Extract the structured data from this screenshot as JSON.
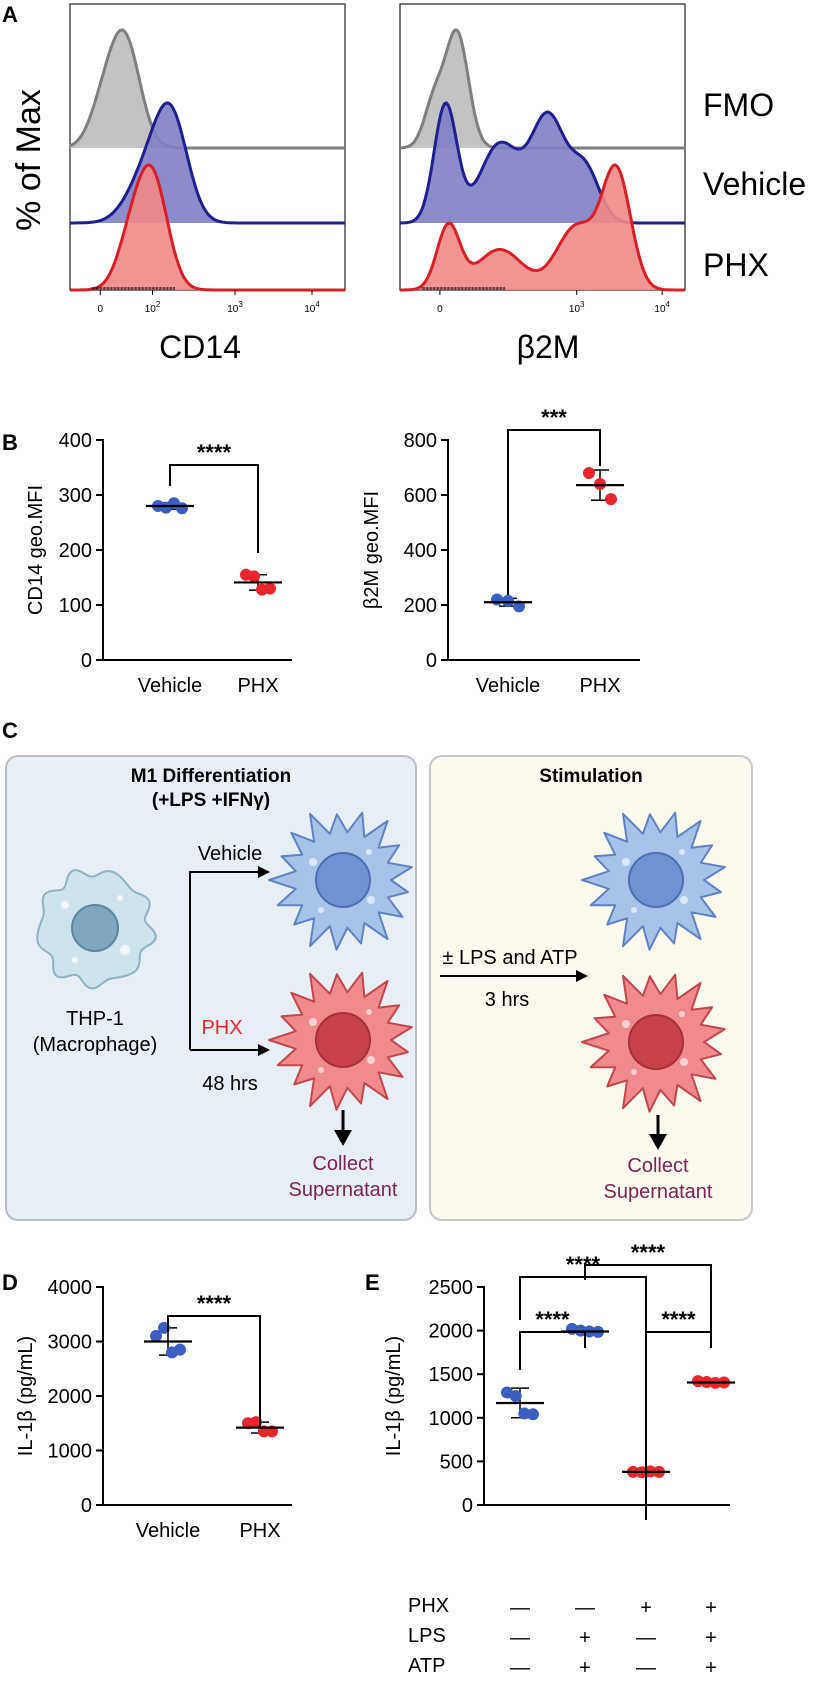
{
  "panel_labels": {
    "a": "A",
    "b": "B",
    "c": "C",
    "d": "D",
    "e": "E"
  },
  "panel_a": {
    "ylabel": "% of Max",
    "legend": [
      "FMO",
      "Vehicle",
      "PHX"
    ]
  },
  "panel_c": {
    "left_box_title": "M1 Differentiation",
    "left_box_subtitle": "(+LPS +IFNγ)",
    "right_box_title": "Stimulation",
    "cell_label_1": "THP-1",
    "cell_label_2": "(Macrophage)",
    "vehicle_label": "Vehicle",
    "phx_label": "PHX",
    "time_48": "48 hrs",
    "stim_label": "± LPS and ATP",
    "time_3": "3 hrs",
    "collect_1": "Collect",
    "collect_2": "Supernatant",
    "colors": {
      "left_bg": "#e8eef5",
      "right_bg": "#fcf9ef",
      "collect": "#7a2455",
      "phx": "#e8262b"
    }
  },
  "chart_data": [
    {
      "id": "A1",
      "type": "histogram",
      "xlabel": "CD14",
      "xticks": [
        "0",
        "10^2",
        "10^3",
        "10^4"
      ],
      "series": [
        {
          "name": "FMO",
          "color": "#7f7f7f",
          "fill": "#bdbdbd"
        },
        {
          "name": "Vehicle",
          "color": "#1f1f8f",
          "fill": "#8080c8"
        },
        {
          "name": "PHX",
          "color": "#d81f26",
          "fill": "#f08888"
        }
      ]
    },
    {
      "id": "A2",
      "type": "histogram",
      "xlabel": "β2M",
      "xticks": [
        "0",
        "10^3",
        "10^4"
      ],
      "series": [
        {
          "name": "FMO",
          "color": "#7f7f7f",
          "fill": "#bdbdbd"
        },
        {
          "name": "Vehicle",
          "color": "#1f1f8f",
          "fill": "#8080c8"
        },
        {
          "name": "PHX",
          "color": "#d81f26",
          "fill": "#f08888"
        }
      ]
    },
    {
      "id": "B1",
      "type": "scatter",
      "ylabel": "CD14 geo.MFI",
      "ylim": [
        0,
        400
      ],
      "yticks": [
        0,
        100,
        200,
        300,
        400
      ],
      "categories": [
        "Vehicle",
        "PHX"
      ],
      "series": [
        {
          "category": "Vehicle",
          "color": "#3a5fc0",
          "points": [
            280,
            277,
            285,
            276
          ],
          "mean": 280,
          "sd": 6
        },
        {
          "category": "PHX",
          "color": "#e8262b",
          "points": [
            155,
            152,
            128,
            130
          ],
          "mean": 141,
          "sd": 14
        }
      ],
      "significance": [
        {
          "from": 0,
          "to": 1,
          "label": "****"
        }
      ]
    },
    {
      "id": "B2",
      "type": "scatter",
      "ylabel": "β2M geo.MFI",
      "ylim": [
        0,
        800
      ],
      "yticks": [
        0,
        200,
        400,
        600,
        800
      ],
      "categories": [
        "Vehicle",
        "PHX"
      ],
      "series": [
        {
          "category": "Vehicle",
          "color": "#3a5fc0",
          "points": [
            220,
            215,
            195
          ],
          "mean": 210,
          "sd": 14
        },
        {
          "category": "PHX",
          "color": "#e8262b",
          "points": [
            680,
            640,
            585
          ],
          "mean": 636,
          "sd": 55
        }
      ],
      "significance": [
        {
          "from": 0,
          "to": 1,
          "label": "***"
        }
      ]
    },
    {
      "id": "D",
      "type": "scatter",
      "ylabel": "IL-1β (pg/mL)",
      "ylim": [
        0,
        4000
      ],
      "yticks": [
        0,
        1000,
        2000,
        3000,
        4000
      ],
      "categories": [
        "Vehicle",
        "PHX"
      ],
      "series": [
        {
          "category": "Vehicle",
          "color": "#3a5fc0",
          "points": [
            3100,
            3250,
            2800,
            2850
          ],
          "mean": 3000,
          "sd": 250
        },
        {
          "category": "PHX",
          "color": "#e8262b",
          "points": [
            1500,
            1520,
            1350,
            1350
          ],
          "mean": 1420,
          "sd": 100
        }
      ],
      "significance": [
        {
          "from": 0,
          "to": 1,
          "label": "****"
        }
      ]
    },
    {
      "id": "E",
      "type": "scatter",
      "ylabel": "IL-1β (pg/mL)",
      "ylim": [
        0,
        2500
      ],
      "yticks": [
        0,
        500,
        1000,
        1500,
        2000,
        2500
      ],
      "categories": [
        "1",
        "2",
        "3",
        "4"
      ],
      "series": [
        {
          "category": "1",
          "color": "#3a5fc0",
          "points": [
            1290,
            1250,
            1050,
            1040
          ],
          "mean": 1170,
          "sd": 170
        },
        {
          "category": "2",
          "color": "#3a5fc0",
          "points": [
            2020,
            2000,
            1990,
            1985
          ],
          "mean": 1990,
          "sd": 30
        },
        {
          "category": "3",
          "color": "#e8262b",
          "points": [
            380,
            375,
            385,
            380
          ],
          "mean": 380,
          "sd": 8
        },
        {
          "category": "4",
          "color": "#e8262b",
          "points": [
            1420,
            1410,
            1400,
            1405
          ],
          "mean": 1405,
          "sd": 15
        }
      ],
      "significance": [
        {
          "from": 0,
          "to": 1,
          "label": "****"
        },
        {
          "from": 0,
          "to": 2,
          "label": "****"
        },
        {
          "from": 2,
          "to": 3,
          "label": "****"
        },
        {
          "from": 1,
          "to": 3,
          "label": "****"
        }
      ],
      "conditions": [
        {
          "label": "PHX",
          "values": [
            "—",
            "—",
            "+",
            "+"
          ]
        },
        {
          "label": "LPS",
          "values": [
            "—",
            "+",
            "—",
            "+"
          ]
        },
        {
          "label": "ATP",
          "values": [
            "—",
            "+",
            "—",
            "+"
          ]
        }
      ]
    }
  ]
}
